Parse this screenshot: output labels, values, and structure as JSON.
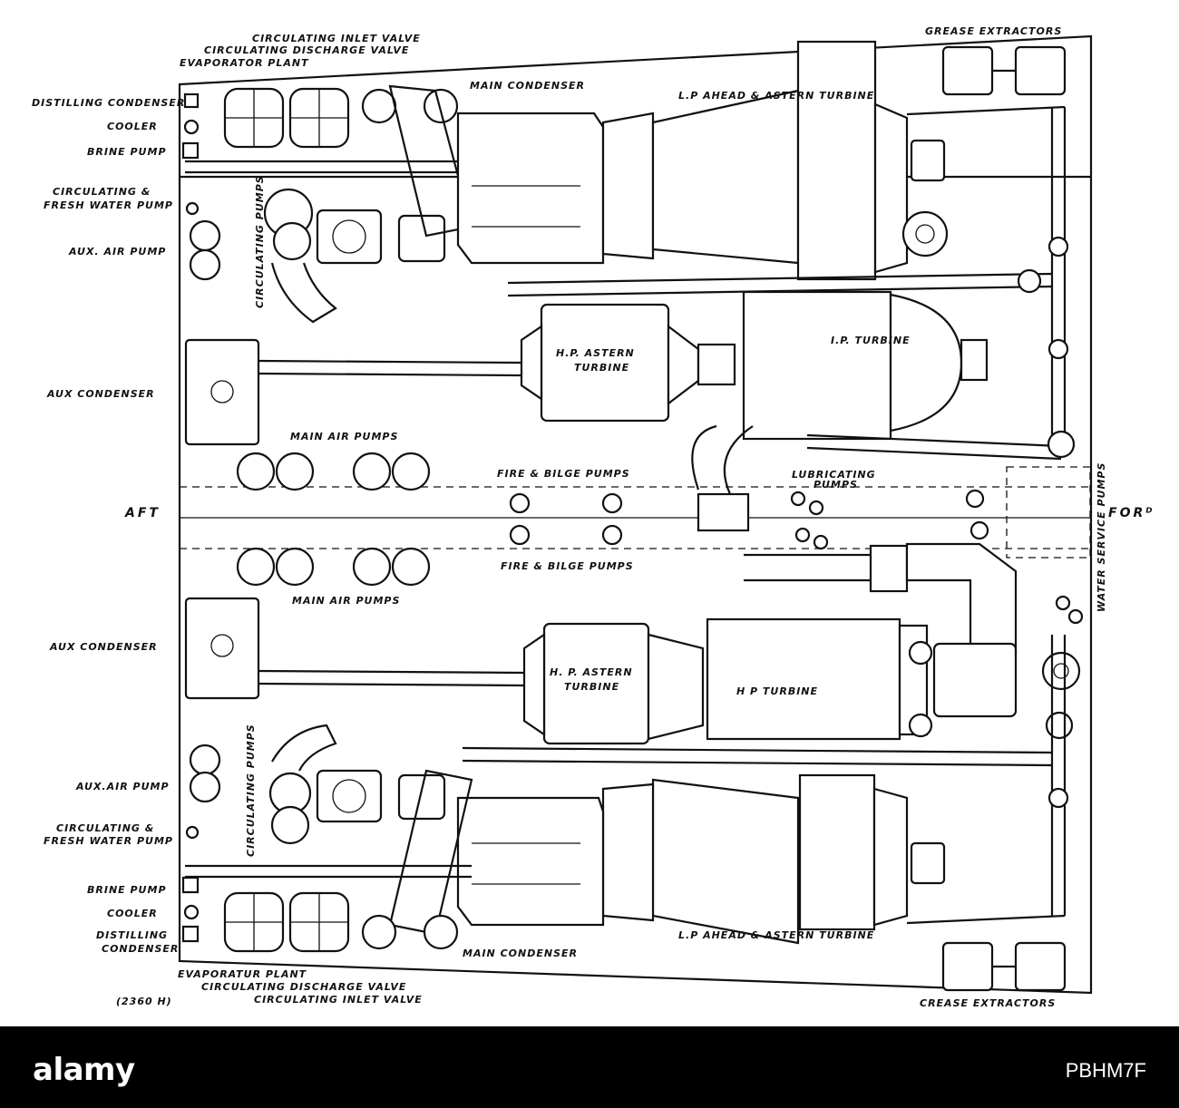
{
  "labels": {
    "circ_inlet_top": "CIRCULATING INLET VALVE",
    "circ_discharge_top": "CIRCULATING DISCHARGE VALVE",
    "evaporator_top": "EVAPORATOR PLANT",
    "main_condenser_top": "MAIN CONDENSER",
    "lp_turbine_top": "L.P AHEAD & ASTERN TURBINE",
    "grease_top": "GREASE EXTRACTORS",
    "distilling_top": "DISTILLING CONDENSER",
    "cooler_top": "COOLER",
    "brine_top": "BRINE PUMP",
    "circ_fresh_top_1": "CIRCULATING &",
    "circ_fresh_top_2": "FRESH WATER PUMP",
    "aux_air_top": "AUX. AIR PUMP",
    "circ_pumps_top": "CIRCULATING PUMPS",
    "aux_condenser_top": "AUX CONDENSER",
    "hp_astern_top_1": "H.P. ASTERN",
    "hp_astern_top_2": "TURBINE",
    "ip_turbine": "I.P. TURBINE",
    "main_air_top": "MAIN AIR PUMPS",
    "fire_bilge_top": "FIRE & BILGE PUMPS",
    "lubricating_1": "LUBRICATING",
    "lubricating_2": "PUMPS",
    "aft": "AFT",
    "ford": "FORᴰ",
    "water_service": "WATER SERVICE PUMPS",
    "fire_bilge_bottom": "FIRE & BILGE PUMPS",
    "main_air_bottom": "MAIN AIR PUMPS",
    "aux_condenser_bottom": "AUX CONDENSER",
    "hp_astern_bottom_1": "H. P. ASTERN",
    "hp_astern_bottom_2": "TURBINE",
    "hp_turbine": "H P TURBINE",
    "aux_air_bottom": "AUX.AIR PUMP",
    "circ_fresh_bottom_1": "CIRCULATING &",
    "circ_fresh_bottom_2": "FRESH WATER PUMP",
    "circ_pumps_bottom": "CIRCULATING PUMPS",
    "brine_bottom": "BRINE PUMP",
    "cooler_bottom": "COOLER",
    "distilling_bottom_1": "DISTILLING",
    "distilling_bottom_2": "CONDENSER",
    "evaporator_bottom": "EVAPORATUR PLANT",
    "circ_discharge_bottom": "CIRCULATING DISCHARGE VALVE",
    "circ_inlet_bottom": "CIRCULATING INLET VALVE",
    "main_condenser_bottom": "MAIN CONDENSER",
    "lp_turbine_bottom": "L.P AHEAD & ASTERN TURBINE",
    "grease_bottom": "CREASE EXTRACTORS",
    "plate_ref": "(2360 H)"
  },
  "footer": {
    "logo": "alamy",
    "image_id": "PBHM7F"
  }
}
